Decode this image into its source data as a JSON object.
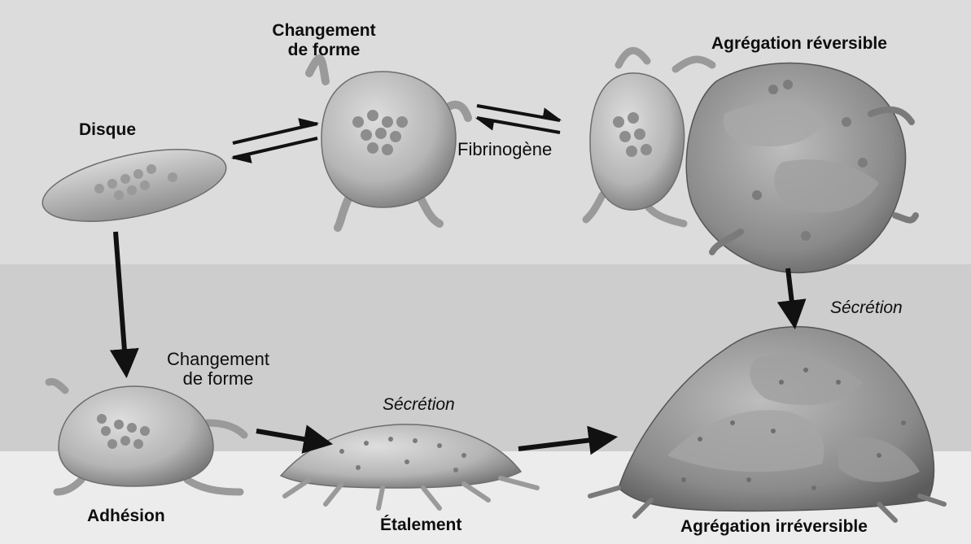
{
  "labels": {
    "disque": "Disque",
    "changement_top_1": "Changement",
    "changement_top_2": "de forme",
    "fibrinogene": "Fibrinogène",
    "agregation_reversible": "Agrégation réversible",
    "secretion_right": "Sécrétion",
    "changement_bottom_1": "Changement",
    "changement_bottom_2": "de forme",
    "secretion_middle": "Sécrétion",
    "adhesion": "Adhésion",
    "etalement": "Étalement",
    "agregation_irreversible": "Agrégation irréversible"
  },
  "colors": {
    "platelet_fill": "#b9b9b9",
    "platelet_shade": "#7e7e7e",
    "granule": "#8d8d8d",
    "arrow": "#111111",
    "background_top": "#dcdcdc",
    "background_band": "#cfcfcf",
    "surface": "#ececec"
  }
}
